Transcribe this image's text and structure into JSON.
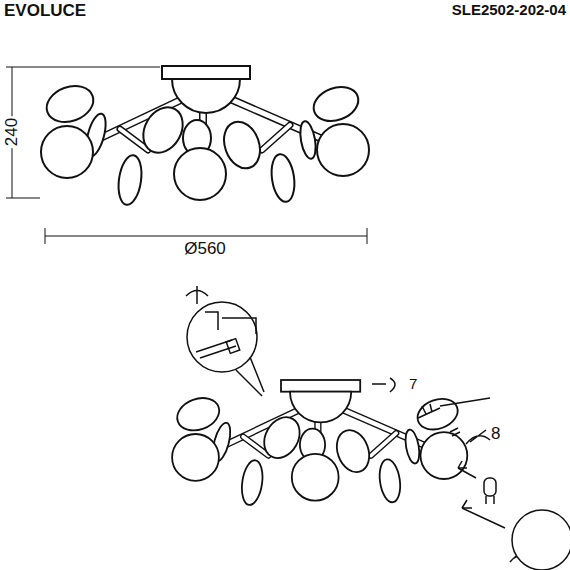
{
  "diagram": {
    "title": "EVOLUCE",
    "labels": [
      "SLE2502-202-04",
      "240",
      "Ø560",
      "7",
      "8"
    ]
  }
}
